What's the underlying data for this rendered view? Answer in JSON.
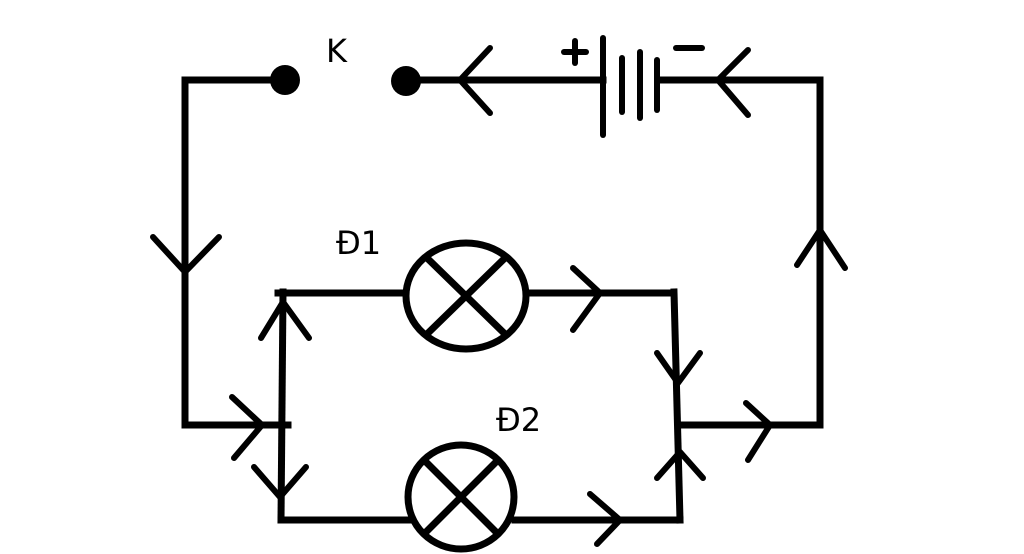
{
  "labels": {
    "switch": "K",
    "lamp1": "Đ1",
    "lamp2": "Đ2"
  },
  "colors": {
    "stroke": "#000000",
    "background": "#ffffff"
  }
}
